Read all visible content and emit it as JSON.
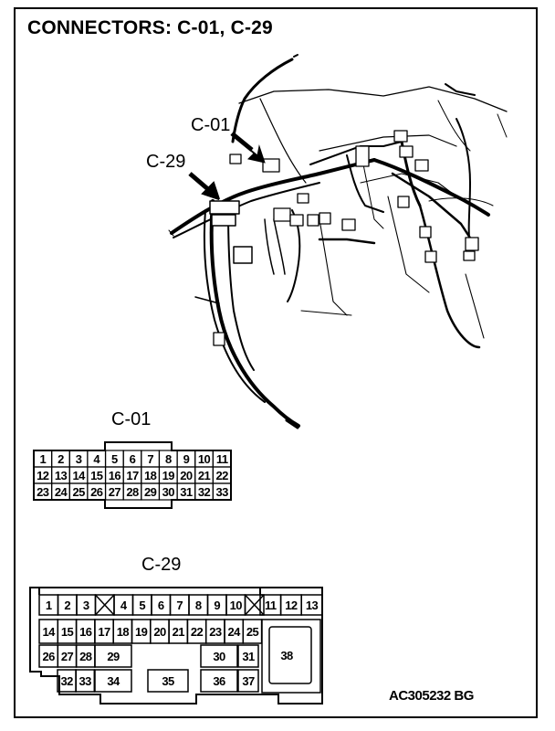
{
  "title": "CONNECTORS: C-01, C-29",
  "illustration": {
    "callout_c01": "C-01",
    "callout_c29": "C-29"
  },
  "connector_c01": {
    "label": "C-01",
    "rows": [
      [
        "1",
        "2",
        "3",
        "4",
        "5",
        "6",
        "7",
        "8",
        "9",
        "10",
        "11"
      ],
      [
        "12",
        "13",
        "14",
        "15",
        "16",
        "17",
        "18",
        "19",
        "20",
        "21",
        "22"
      ],
      [
        "23",
        "24",
        "25",
        "26",
        "27",
        "28",
        "29",
        "30",
        "31",
        "32",
        "33"
      ]
    ]
  },
  "connector_c29": {
    "label": "C-29",
    "pins": [
      "1",
      "2",
      "3",
      "4",
      "5",
      "6",
      "7",
      "8",
      "9",
      "10",
      "11",
      "12",
      "13",
      "14",
      "15",
      "16",
      "17",
      "18",
      "19",
      "20",
      "21",
      "22",
      "23",
      "24",
      "25",
      "26",
      "27",
      "28",
      "29",
      "30",
      "31",
      "32",
      "33",
      "34",
      "35",
      "36",
      "37",
      "38"
    ]
  },
  "figure_code": "AC305232 BG"
}
